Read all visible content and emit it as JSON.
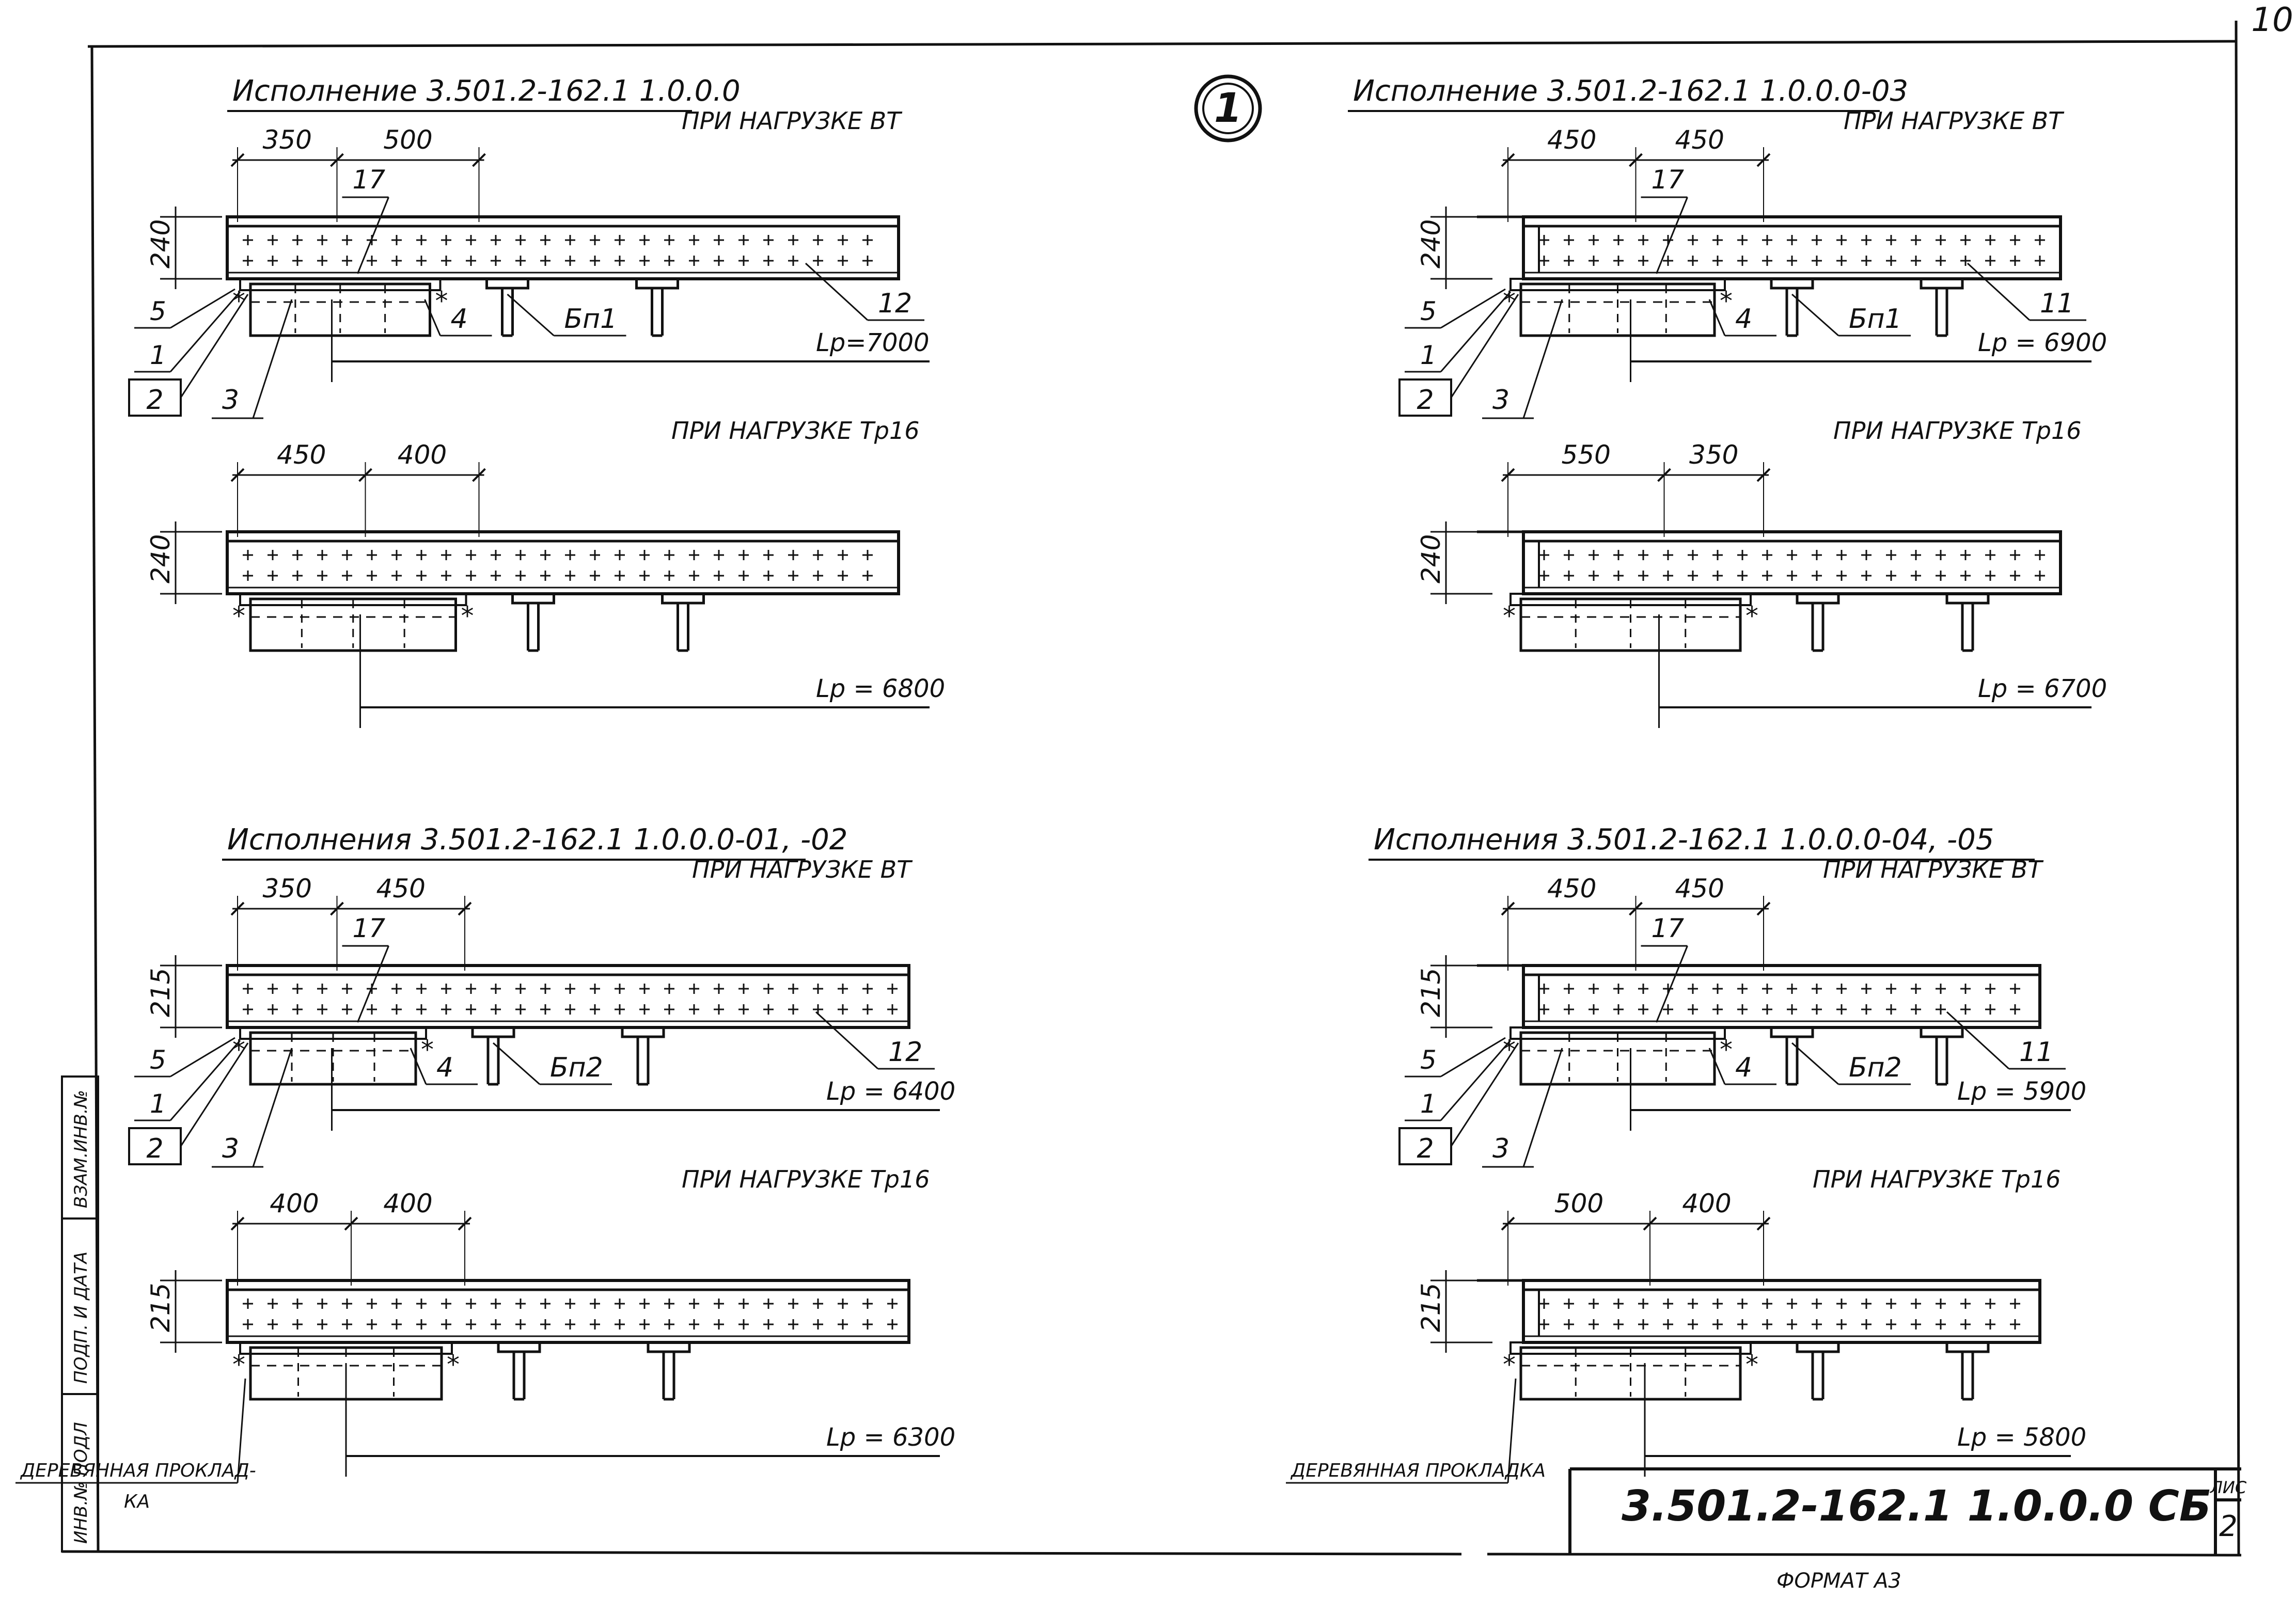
{
  "page_number": "10",
  "sheet_mark": "1",
  "format": "ФОРМАТ А3",
  "title_block": {
    "code": "3.501.2-162.1   1.0.0.0 СБ",
    "sheet_label": "ЛИС",
    "sheet_number": "2"
  },
  "side_stamp": {
    "cell1": "ИНВ.№ ПОДЛ",
    "cell2": "ПОДП. И ДАТА",
    "cell3": "ВЗАМ.ИНВ.№"
  },
  "panels": [
    {
      "title": "Исполнение 3.501.2-162.1  1.0.0.0",
      "load_a": {
        "caption": "ПРИ НАГРУЗКЕ ВТ",
        "dim1": "350",
        "dim2": "500",
        "height": "240",
        "lp": "Lр=7000",
        "beam": "Бп1",
        "edge_tag": "12",
        "pos_17": "17",
        "pos_5": "5",
        "pos_1": "1",
        "pos_2": "2",
        "pos_3": "3",
        "pos_4": "4"
      },
      "load_b": {
        "caption": "ПРИ НАГРУЗКЕ Тр16",
        "dim1": "450",
        "dim2": "400",
        "height": "240",
        "lp": "Lр = 6800"
      }
    },
    {
      "title": "Исполнение 3.501.2-162.1    1.0.0.0-03",
      "load_a": {
        "caption": "ПРИ НАГРУЗКЕ ВТ",
        "dim1": "450",
        "dim2": "450",
        "height": "240",
        "lp": "Lр = 6900",
        "beam": "Бп1",
        "edge_tag": "11",
        "pos_17": "17",
        "pos_5": "5",
        "pos_1": "1",
        "pos_2": "2",
        "pos_3": "3",
        "pos_4": "4"
      },
      "load_b": {
        "caption": "ПРИ НАГРУЗКЕ Тр16",
        "dim1": "550",
        "dim2": "350",
        "height": "240",
        "lp": "Lр = 6700"
      }
    },
    {
      "title": "Исполнения  3.501.2-162.1  1.0.0.0-01, -02",
      "load_a": {
        "caption": "ПРИ НАГРУЗКЕ ВТ",
        "dim1": "350",
        "dim2": "450",
        "height": "215",
        "lp": "Lр = 6400",
        "beam": "Бп2",
        "edge_tag": "12",
        "pos_17": "17",
        "pos_5": "5",
        "pos_1": "1",
        "pos_2": "2",
        "pos_3": "3",
        "pos_4": "4"
      },
      "load_b": {
        "caption": "ПРИ НАГРУЗКЕ Тр16",
        "dim1": "400",
        "dim2": "400",
        "height": "215",
        "lp": "Lр = 6300",
        "pad_note_1": "ДЕРЕВЯННАЯ ПРОКЛАД-",
        "pad_note_2": "КА"
      }
    },
    {
      "title": "Исполнения  3.501.2-162.1   1.0.0.0-04, -05",
      "load_a": {
        "caption": "ПРИ НАГРУЗКЕ ВТ",
        "dim1": "450",
        "dim2": "450",
        "height": "215",
        "lp": "Lр = 5900",
        "beam": "Бп2",
        "edge_tag": "11",
        "pos_17": "17",
        "pos_5": "5",
        "pos_1": "1",
        "pos_2": "2",
        "pos_3": "3",
        "pos_4": "4"
      },
      "load_b": {
        "caption": "ПРИ НАГРУЗКЕ Тр16",
        "dim1": "500",
        "dim2": "400",
        "height": "215",
        "lp": "Lр = 5800",
        "pad_note_1": "ДЕРЕВЯННАЯ ПРОКЛАДКА"
      }
    }
  ]
}
